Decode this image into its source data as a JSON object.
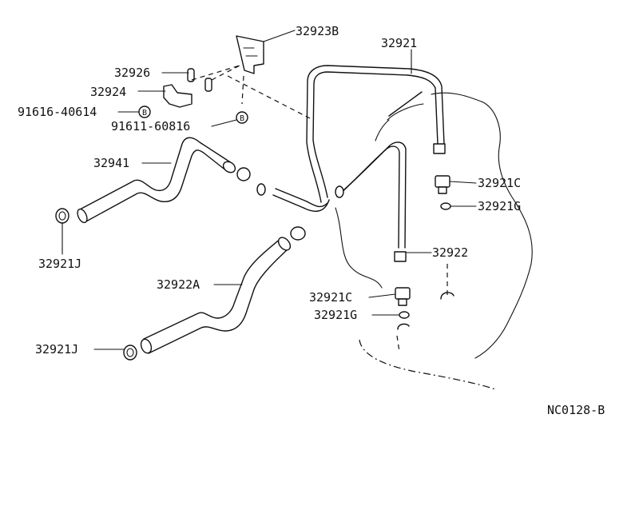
{
  "diagram": {
    "drawing_code": "NC0128-B",
    "labels": {
      "p32923B": "32923B",
      "p32921": "32921",
      "p32926": "32926",
      "p32924": "32924",
      "p91616": "91616-40614",
      "p91611": "91611-60816",
      "p32941": "32941",
      "p32921C_top": "32921C",
      "p32921G_top": "32921G",
      "p32921J_top": "32921J",
      "p32922": "32922",
      "p32922A": "32922A",
      "p32921C_bot": "32921C",
      "p32921G_bot": "32921G",
      "p32921J_bot": "32921J"
    },
    "marker_letter": "B"
  }
}
